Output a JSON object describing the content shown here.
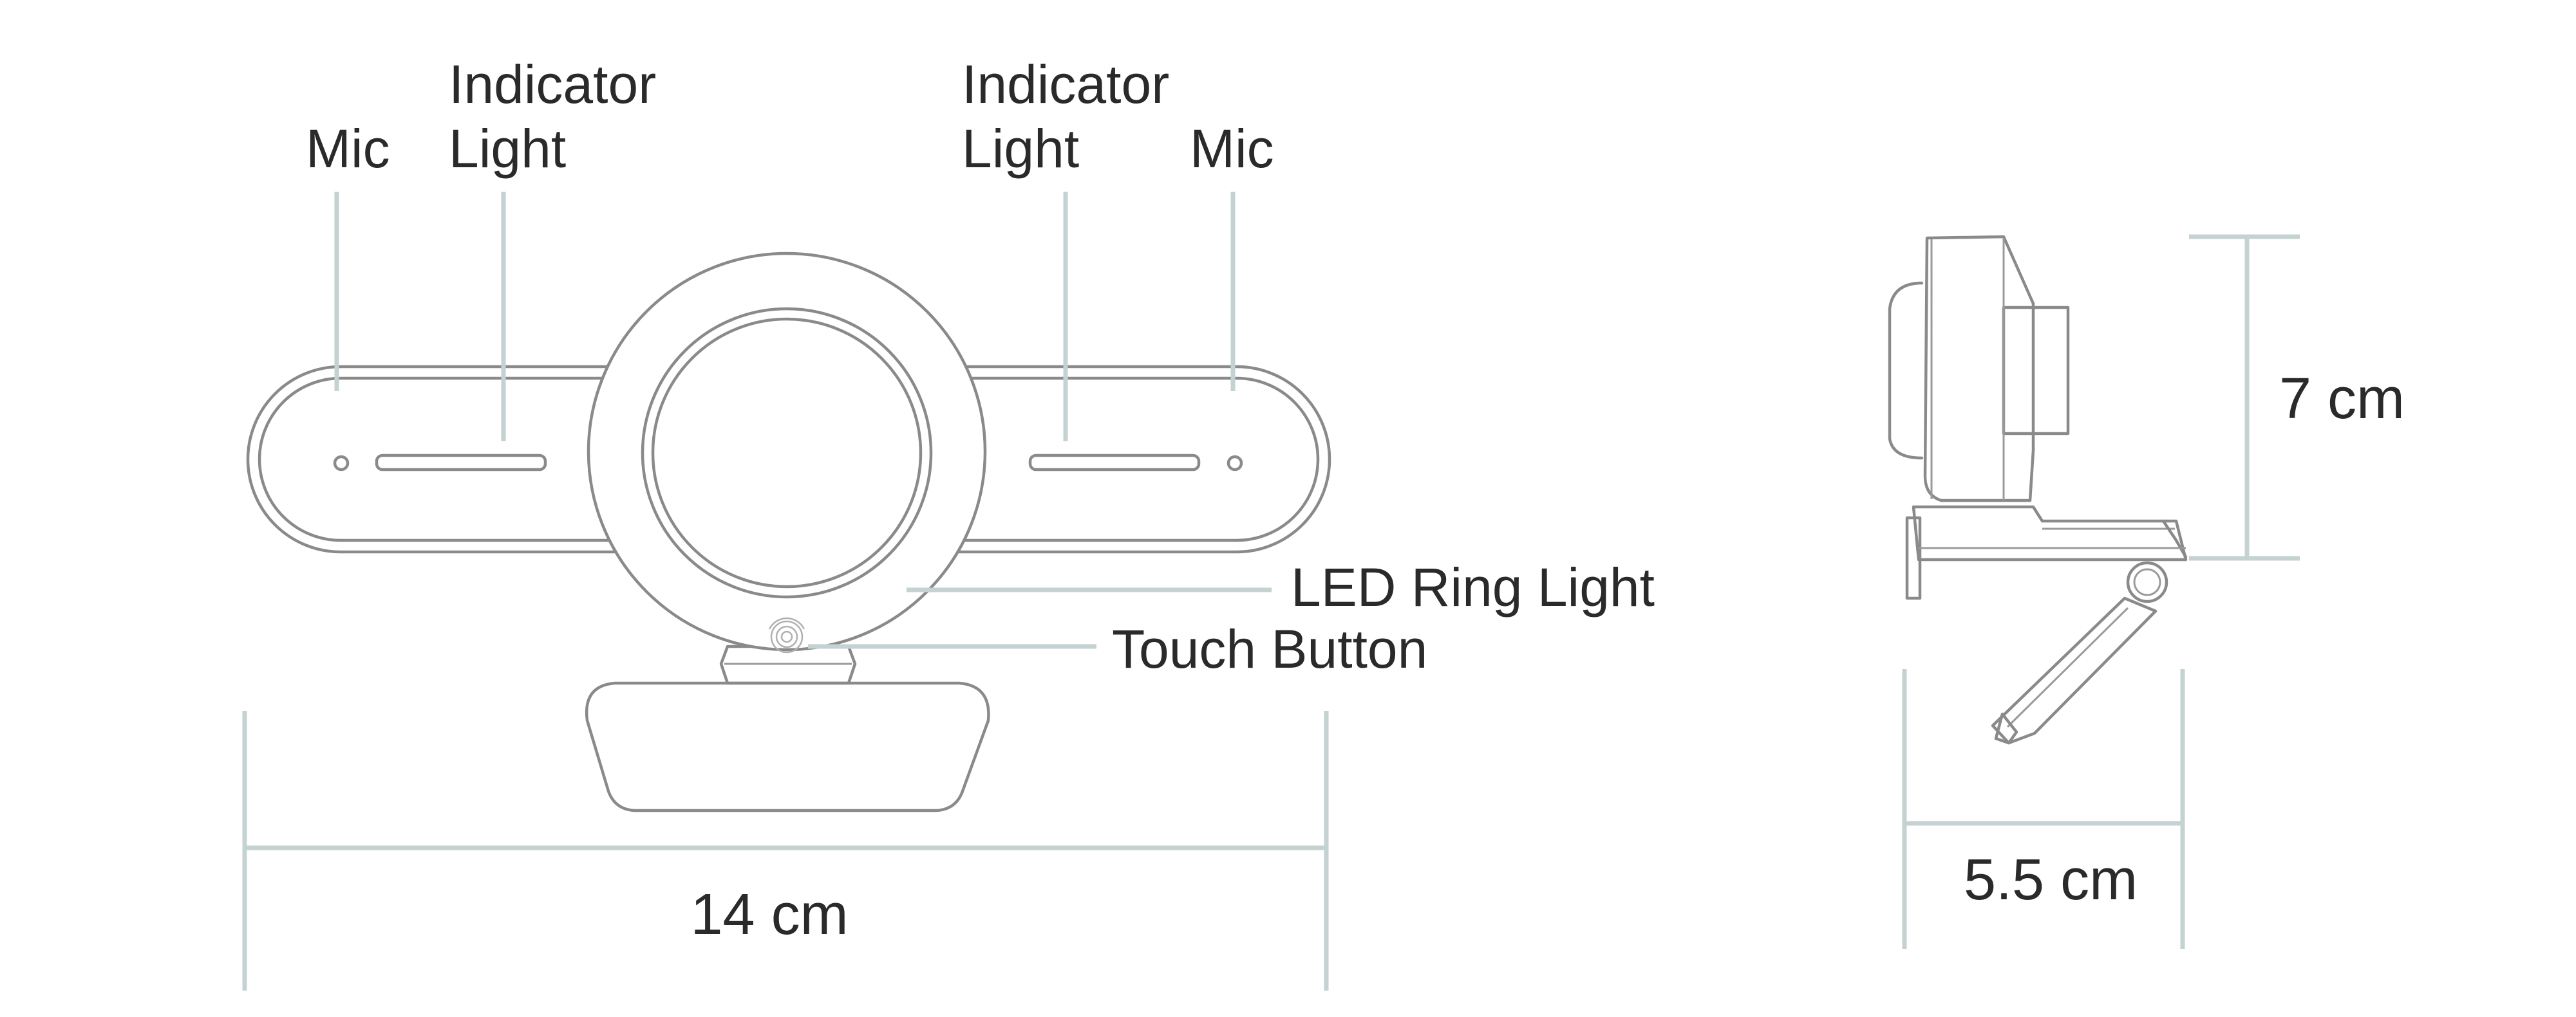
{
  "labels": {
    "mic_left": "Mic",
    "indicator_left_line1": "Indicator",
    "indicator_left_line2": "Light",
    "indicator_right_line1": "Indicator",
    "indicator_right_line2": "Light",
    "mic_right": "Mic",
    "led_ring_light": "LED Ring Light",
    "touch_button": "Touch Button"
  },
  "dimensions": {
    "width": "14 cm",
    "height": "7 cm",
    "depth": "5.5 cm"
  },
  "colors": {
    "outline": "#8a8a8a",
    "leader_lines": "#c4d2d2",
    "text": "#2a2a2a",
    "background": "#ffffff"
  }
}
